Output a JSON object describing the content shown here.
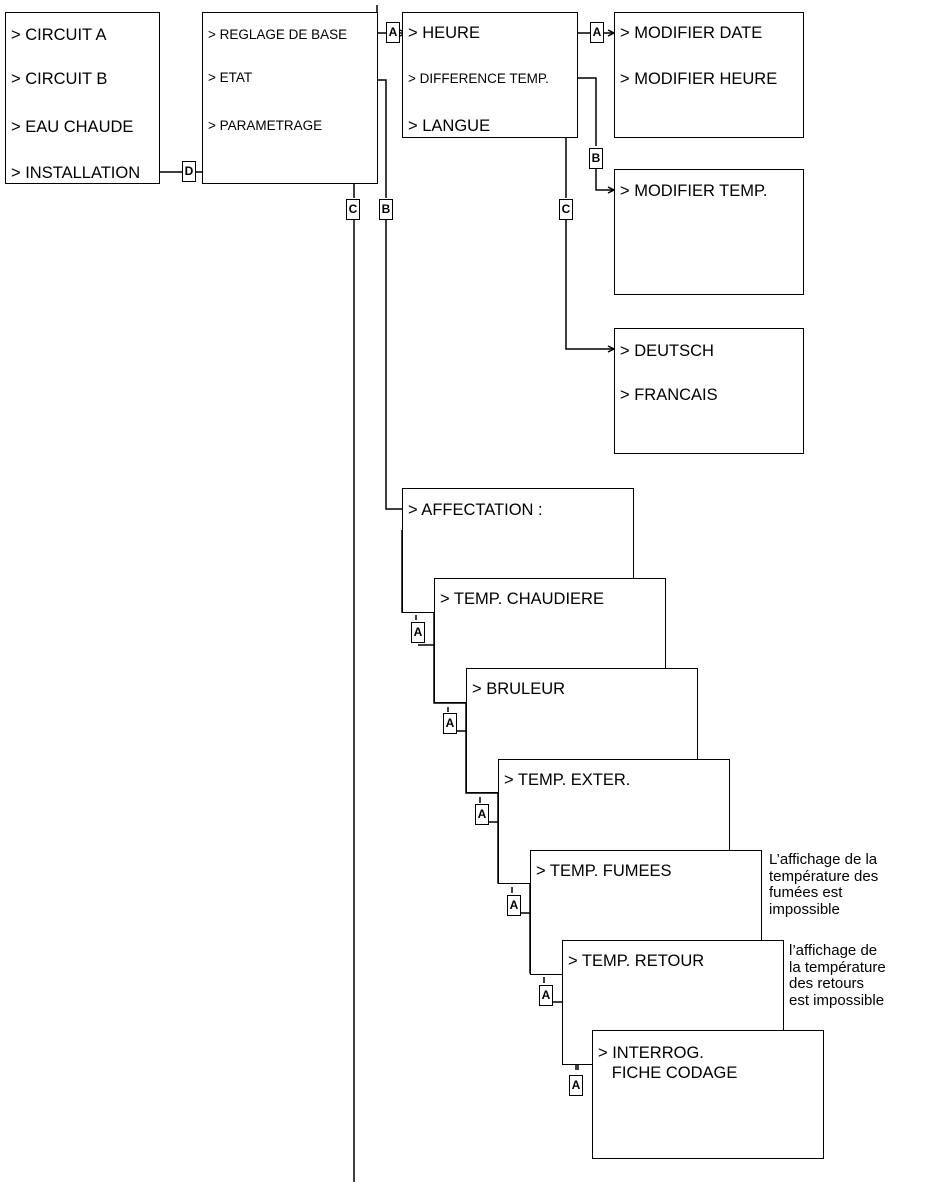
{
  "main_menu": [
    "> CIRCUIT A",
    "> CIRCUIT B",
    "> EAU CHAUDE",
    "> INSTALLATION"
  ],
  "installation_menu": [
    "> REGLAGE DE BASE",
    "> ETAT",
    "> PARAMETRAGE"
  ],
  "base_settings_menu": [
    "> HEURE",
    "> DIFFERENCE TEMP.",
    "> LANGUE"
  ],
  "time_menu": [
    "> MODIFIER DATE",
    "> MODIFIER HEURE"
  ],
  "temp_difference_menu": [
    "> MODIFIER TEMP."
  ],
  "language_menu": [
    "> DEUTSCH",
    "> FRANCAIS"
  ],
  "status_screens": [
    "> AFFECTATION :",
    "> TEMP. CHAUDIERE",
    ">  BRULEUR",
    "> TEMP. EXTER.",
    "> TEMP. FUMEES",
    "> TEMP. RETOUR",
    "> INTERROG.\n   FICHE CODAGE"
  ],
  "key_tags": {
    "installation_link": "D",
    "base_to_time": "A",
    "time_to_date": "A",
    "difference_link": "B",
    "language_link": "C",
    "parametrage_link": "C",
    "etat_link": "B",
    "next_screen": "A"
  },
  "notes": {
    "fumees": "L’affichage de la\ntempérature des\nfumées est\nimpossible",
    "retour": "l’affichage de\nla température\ndes retours\nest impossible"
  }
}
